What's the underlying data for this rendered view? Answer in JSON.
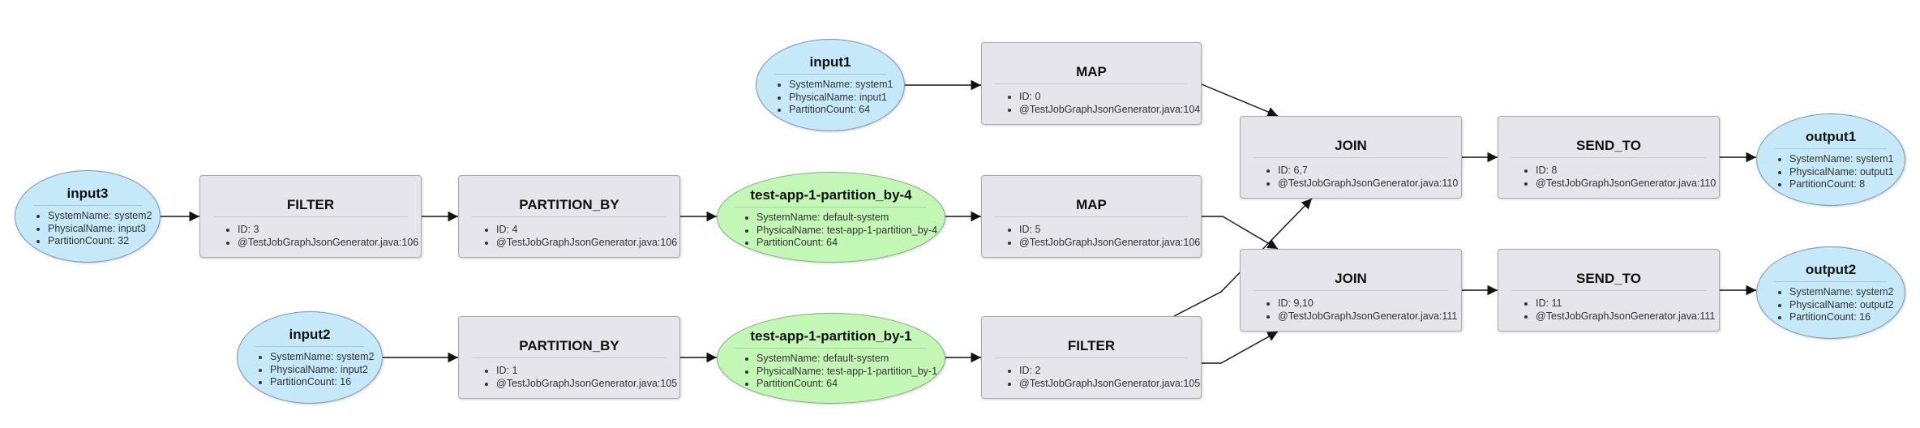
{
  "nodes": {
    "input1": {
      "title": "input1",
      "props": [
        "SystemName: system1",
        "PhysicalName: input1",
        "PartitionCount: 64"
      ]
    },
    "input3": {
      "title": "input3",
      "props": [
        "SystemName: system2",
        "PhysicalName: input3",
        "PartitionCount: 32"
      ]
    },
    "input2": {
      "title": "input2",
      "props": [
        "SystemName: system2",
        "PhysicalName: input2",
        "PartitionCount: 16"
      ]
    },
    "map0": {
      "title": "MAP",
      "props": [
        "ID: 0",
        "@TestJobGraphJsonGenerator.java:104"
      ]
    },
    "filter3": {
      "title": "FILTER",
      "props": [
        "ID: 3",
        "@TestJobGraphJsonGenerator.java:106"
      ]
    },
    "pby4": {
      "title": "PARTITION_BY",
      "props": [
        "ID: 4",
        "@TestJobGraphJsonGenerator.java:106"
      ]
    },
    "tapp4": {
      "title": "test-app-1-partition_by-4",
      "props": [
        "SystemName: default-system",
        "PhysicalName: test-app-1-partition_by-4",
        "PartitionCount: 64"
      ]
    },
    "map5": {
      "title": "MAP",
      "props": [
        "ID: 5",
        "@TestJobGraphJsonGenerator.java:106"
      ]
    },
    "pby1": {
      "title": "PARTITION_BY",
      "props": [
        "ID: 1",
        "@TestJobGraphJsonGenerator.java:105"
      ]
    },
    "tapp1": {
      "title": "test-app-1-partition_by-1",
      "props": [
        "SystemName: default-system",
        "PhysicalName: test-app-1-partition_by-1",
        "PartitionCount: 64"
      ]
    },
    "filter2": {
      "title": "FILTER",
      "props": [
        "ID: 2",
        "@TestJobGraphJsonGenerator.java:105"
      ]
    },
    "join67": {
      "title": "JOIN",
      "props": [
        "ID: 6,7",
        "@TestJobGraphJsonGenerator.java:110"
      ]
    },
    "join910": {
      "title": "JOIN",
      "props": [
        "ID: 9,10",
        "@TestJobGraphJsonGenerator.java:111"
      ]
    },
    "send8": {
      "title": "SEND_TO",
      "props": [
        "ID: 8",
        "@TestJobGraphJsonGenerator.java:110"
      ]
    },
    "send11": {
      "title": "SEND_TO",
      "props": [
        "ID: 11",
        "@TestJobGraphJsonGenerator.java:111"
      ]
    },
    "output1": {
      "title": "output1",
      "props": [
        "SystemName: system1",
        "PhysicalName: output1",
        "PartitionCount: 8"
      ]
    },
    "output2": {
      "title": "output2",
      "props": [
        "SystemName: system2",
        "PhysicalName: output2",
        "PartitionCount: 16"
      ]
    }
  },
  "edges": [
    [
      "input1",
      "map0"
    ],
    [
      "map0",
      "join67"
    ],
    [
      "input3",
      "filter3"
    ],
    [
      "filter3",
      "pby4"
    ],
    [
      "pby4",
      "tapp4"
    ],
    [
      "tapp4",
      "map5"
    ],
    [
      "map5",
      "join910"
    ],
    [
      "input2",
      "pby1"
    ],
    [
      "pby1",
      "tapp1"
    ],
    [
      "tapp1",
      "filter2"
    ],
    [
      "filter2",
      "join67"
    ],
    [
      "filter2",
      "join910"
    ],
    [
      "join67",
      "send8"
    ],
    [
      "send8",
      "output1"
    ],
    [
      "join910",
      "send11"
    ],
    [
      "send11",
      "output2"
    ]
  ]
}
